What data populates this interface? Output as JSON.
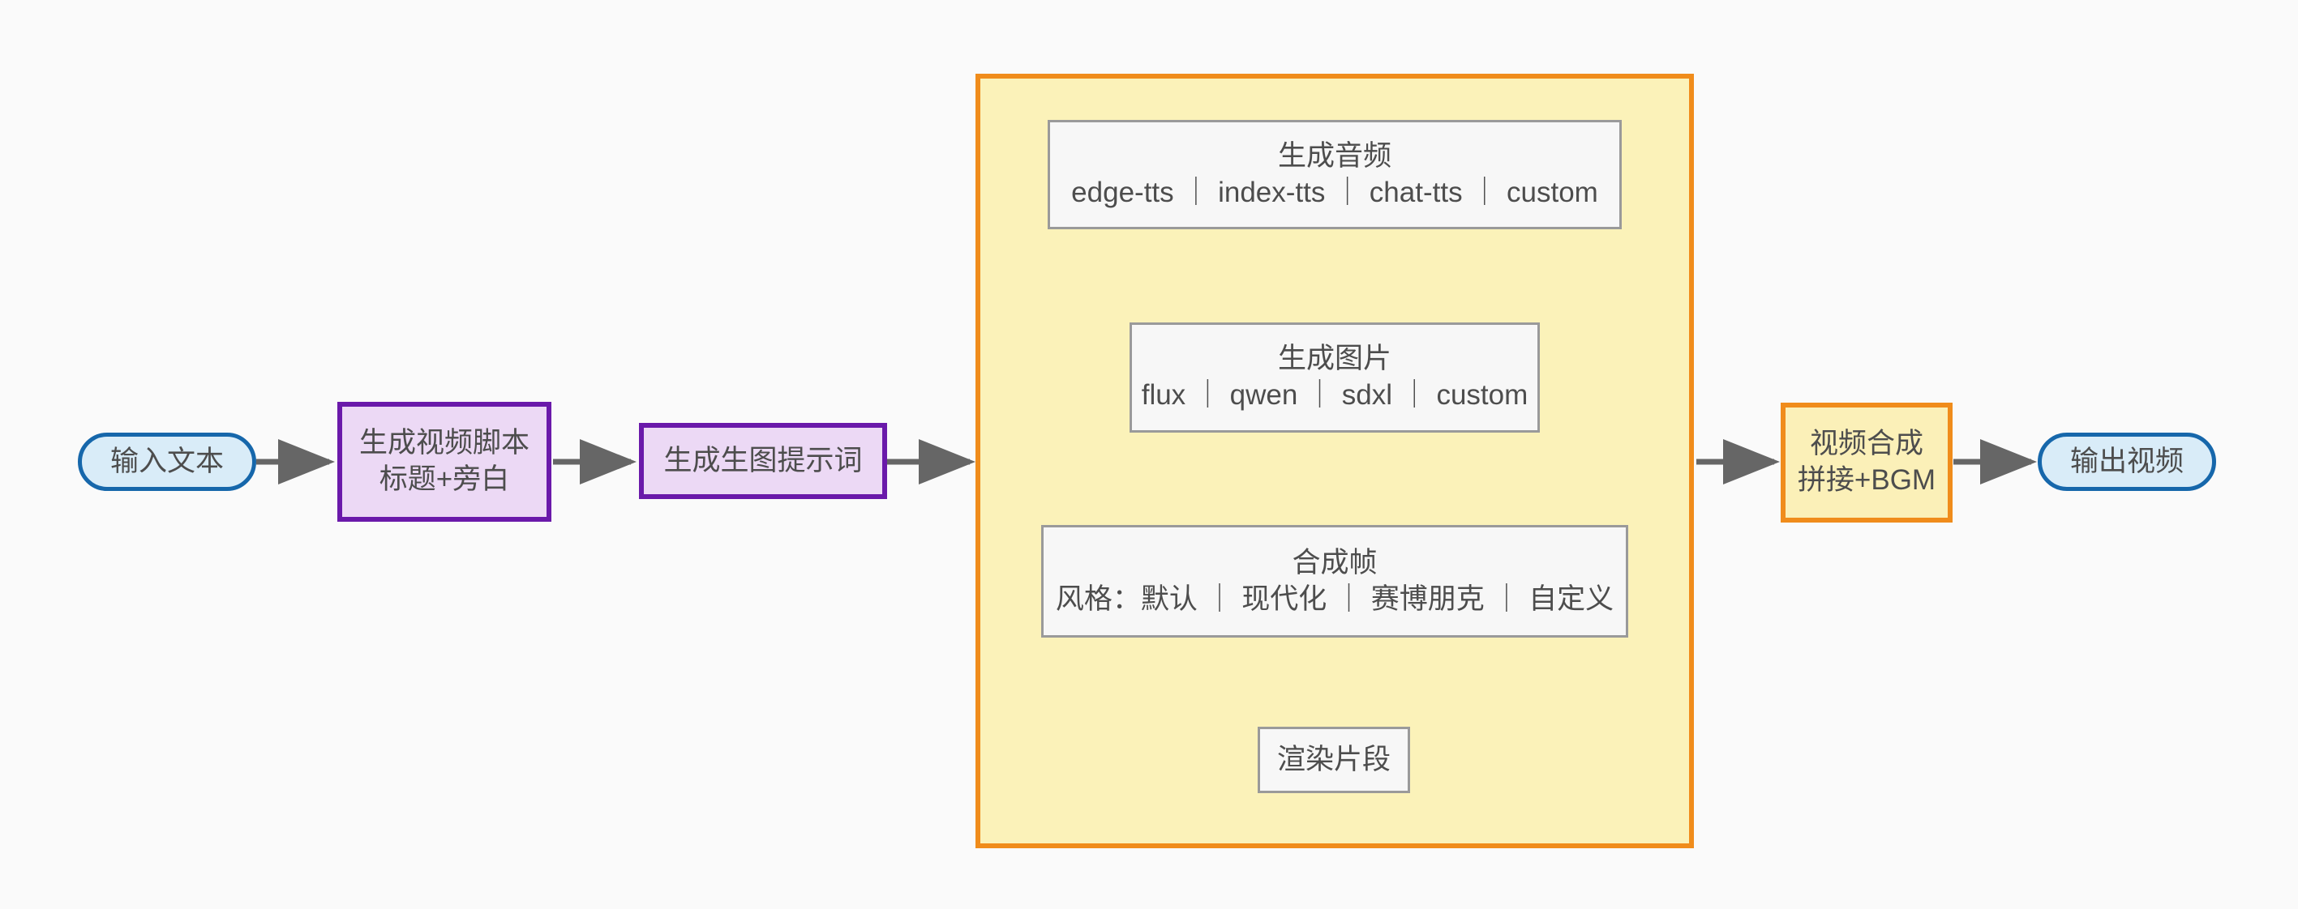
{
  "diagram": {
    "type": "flowchart",
    "direction": "left-to-right",
    "title": "",
    "colors": {
      "terminal_fill": "#d9ecf8",
      "terminal_stroke": "#1667ab",
      "process_fill": "#ecd9f5",
      "process_stroke": "#6a19aa",
      "group_fill": "#fbf2b9",
      "group_stroke": "#f08c1b",
      "plain_fill": "#f7f7f7",
      "plain_stroke": "#9a9a9a",
      "edge_stroke": "#666666",
      "text": "#4d4d4d",
      "canvas_bg": "#fafafa"
    }
  },
  "nodes": {
    "input_text": {
      "label": "输入文本",
      "shape": "stadium"
    },
    "gen_script": {
      "line1": "生成视频脚本",
      "line2": "标题+旁白",
      "shape": "rect"
    },
    "gen_prompt": {
      "label": "生成生图提示词",
      "shape": "rect"
    },
    "gen_audio": {
      "line1": "生成音频",
      "line2": "edge-tts ｜ index-tts ｜ chat-tts ｜ custom",
      "shape": "rect"
    },
    "gen_image": {
      "line1": "生成图片",
      "line2": "flux ｜ qwen ｜ sdxl ｜ custom",
      "shape": "rect"
    },
    "compose_frame": {
      "line1": "合成帧",
      "line2": "风格：默认 ｜ 现代化 ｜ 赛博朋克 ｜ 自定义",
      "shape": "rect"
    },
    "render_clip": {
      "label": "渲染片段",
      "shape": "rect"
    },
    "video_merge": {
      "line1": "视频合成",
      "line2": "拼接+BGM",
      "shape": "rect"
    },
    "output_video": {
      "label": "输出视频",
      "shape": "stadium"
    }
  },
  "group": {
    "name": "per-segment-pipeline",
    "label": ""
  },
  "edges": [
    {
      "from": "input_text",
      "to": "gen_script",
      "label": ""
    },
    {
      "from": "gen_script",
      "to": "gen_prompt",
      "label": ""
    },
    {
      "from": "gen_prompt",
      "to": "gen_audio",
      "label": ""
    },
    {
      "from": "gen_audio",
      "to": "gen_image",
      "label": ""
    },
    {
      "from": "gen_image",
      "to": "compose_frame",
      "label": ""
    },
    {
      "from": "compose_frame",
      "to": "render_clip",
      "label": ""
    },
    {
      "from": "render_clip",
      "to": "video_merge",
      "label": ""
    },
    {
      "from": "video_merge",
      "to": "output_video",
      "label": ""
    }
  ]
}
